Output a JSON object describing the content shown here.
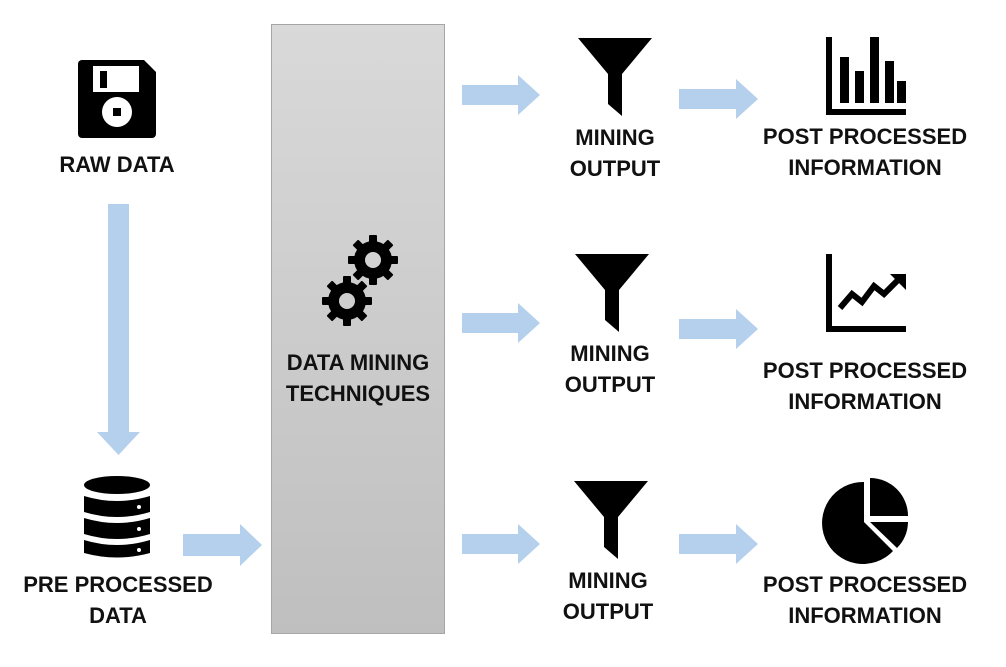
{
  "colors": {
    "arrow": "#b4d0ec",
    "icon": "#000000",
    "panel_top": "#d9d9d9",
    "panel_bottom": "#bfbfbf"
  },
  "raw_data": {
    "icon": "floppy-disk-icon",
    "label": [
      "RAW DATA"
    ]
  },
  "pre_processed": {
    "icon": "database-icon",
    "label": [
      "PRE PROCESSED",
      "DATA"
    ]
  },
  "techniques": {
    "icon": "gears-icon",
    "label": [
      "DATA MINING",
      "TECHNIQUES"
    ]
  },
  "rows": [
    {
      "mining_label": [
        "MINING",
        "OUTPUT"
      ],
      "mining_icon": "funnel-icon",
      "post_label": [
        "POST PROCESSED",
        "INFORMATION"
      ],
      "post_icon": "bar-chart-icon"
    },
    {
      "mining_label": [
        "MINING",
        "OUTPUT"
      ],
      "mining_icon": "funnel-icon",
      "post_label": [
        "POST PROCESSED",
        "INFORMATION"
      ],
      "post_icon": "line-chart-icon"
    },
    {
      "mining_label": [
        "MINING",
        "OUTPUT"
      ],
      "mining_icon": "funnel-icon",
      "post_label": [
        "POST PROCESSED",
        "INFORMATION"
      ],
      "post_icon": "pie-chart-icon"
    }
  ]
}
